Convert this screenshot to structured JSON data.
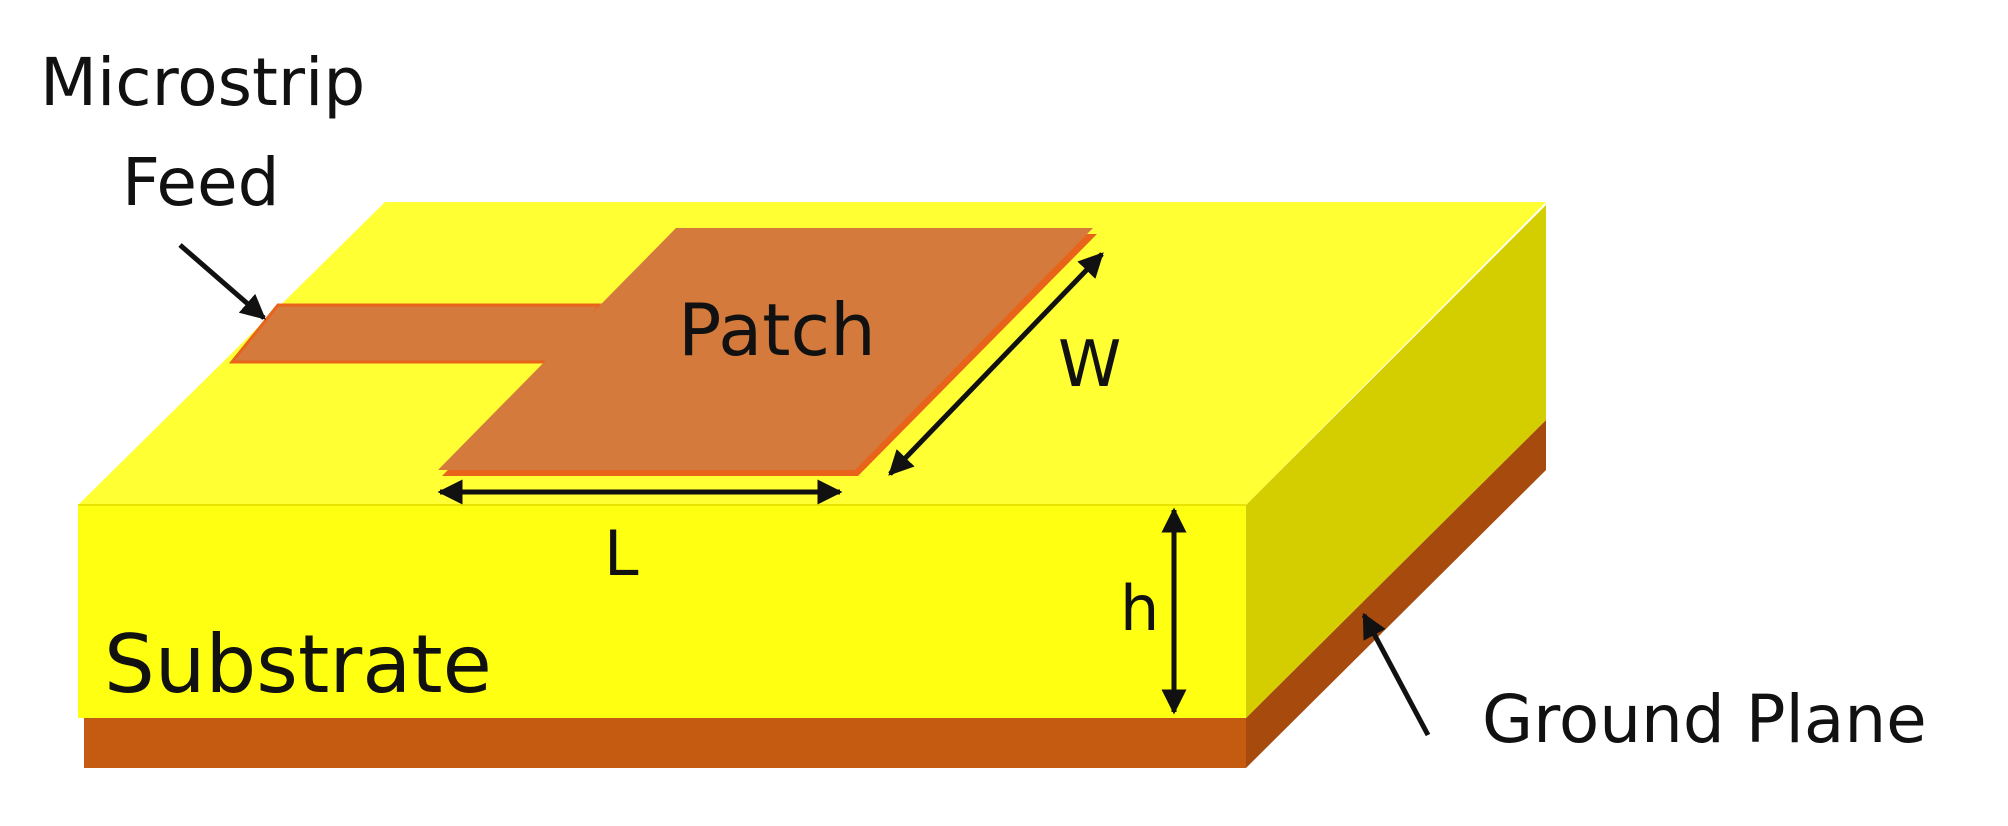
{
  "labels": {
    "feed_line1": "Microstrip",
    "feed_line2": "Feed",
    "patch": "Patch",
    "width": "W",
    "length": "L",
    "height": "h",
    "substrate": "Substrate",
    "ground": "Ground Plane"
  },
  "colors": {
    "substrate_top": "#FFFF33",
    "substrate_front": "#FFFF11",
    "substrate_side": "#D4CE00",
    "patch": "#D47A3C",
    "patch_edge": "#E8641A",
    "ground_front": "#C55A11",
    "ground_side": "#A64A0E",
    "arrow": "#111111"
  }
}
